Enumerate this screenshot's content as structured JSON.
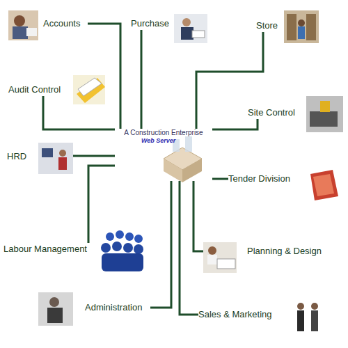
{
  "diagram": {
    "nodes": [
      {
        "text": [
          "Accounts"
        ]
      },
      {
        "text": [
          "Purchase"
        ]
      },
      {
        "text": [
          "Store"
        ]
      },
      {
        "text": [
          "Audit Control"
        ]
      },
      {
        "text": [
          "Site Control"
        ]
      },
      {
        "text": [
          "A Construction Enterprise",
          "Web Server"
        ]
      },
      {
        "text": [
          "HRD"
        ]
      },
      {
        "text": [
          "Tender Division"
        ]
      },
      {
        "text": [
          "Labour Management"
        ]
      },
      {
        "text": [
          "Planning  & Design"
        ]
      },
      {
        "text": [
          "Administration"
        ]
      },
      {
        "text": [
          "Sales & Marketing"
        ]
      }
    ],
    "edges": [
      {
        "from": 5,
        "to": 0,
        "arrow": "none"
      },
      {
        "from": 5,
        "to": 1,
        "arrow": "none"
      },
      {
        "from": 5,
        "to": 2,
        "arrow": "none"
      },
      {
        "from": 5,
        "to": 3,
        "arrow": "none"
      },
      {
        "from": 5,
        "to": 4,
        "arrow": "none"
      },
      {
        "from": 5,
        "to": 6,
        "arrow": "none"
      },
      {
        "from": 5,
        "to": 7,
        "arrow": "none"
      },
      {
        "from": 5,
        "to": 8,
        "arrow": "none"
      },
      {
        "from": 5,
        "to": 9,
        "arrow": "none"
      },
      {
        "from": 5,
        "to": 10,
        "arrow": "none"
      },
      {
        "from": 5,
        "to": 11,
        "arrow": "none"
      }
    ]
  }
}
